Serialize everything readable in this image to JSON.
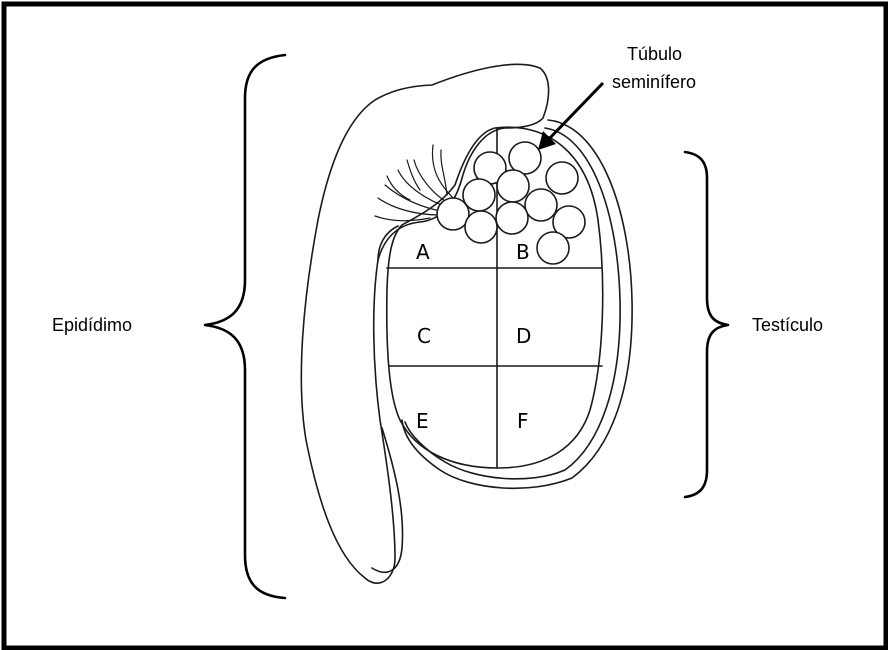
{
  "labels": {
    "epididimo": "Epidídimo",
    "testiculo": "Testículo",
    "tubulo_line1": "Túbulo",
    "tubulo_line2": "seminífero"
  },
  "sections": [
    "A",
    "B",
    "C",
    "D",
    "E",
    "F"
  ],
  "colors": {
    "line": "#1a1a1a",
    "frame": "#000000",
    "background": "#ffffff"
  }
}
